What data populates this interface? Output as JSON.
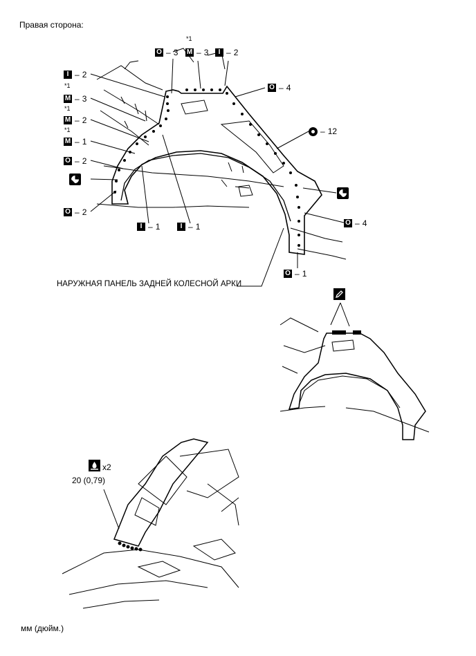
{
  "title": "Правая сторона:",
  "units": "мм (дюйм.)",
  "part_name": "НАРУЖНАЯ ПАНЕЛЬ ЗАДНЕЙ КОЛЕСНОЙ АРКИ",
  "star_note": "*1",
  "weld_labels": {
    "o3": "3",
    "m3_top": "3",
    "i2_top": "2",
    "o4_top": "4",
    "i2_left": "2",
    "m3_left": "3",
    "m2_left": "2",
    "m1_left": "1",
    "o2_left": "2",
    "o2_bottom": "2",
    "o12": "12",
    "i1_a": "1",
    "i1_b": "1",
    "o4_right": "4",
    "o1": "1"
  },
  "symbols": {
    "o": "O",
    "m": "M",
    "i": "I",
    "target": "target-icon",
    "pencil": "pencil-icon",
    "bottle": "sealer-icon"
  },
  "sealer": {
    "count": "x2",
    "dimension": "20 (0,79)"
  }
}
